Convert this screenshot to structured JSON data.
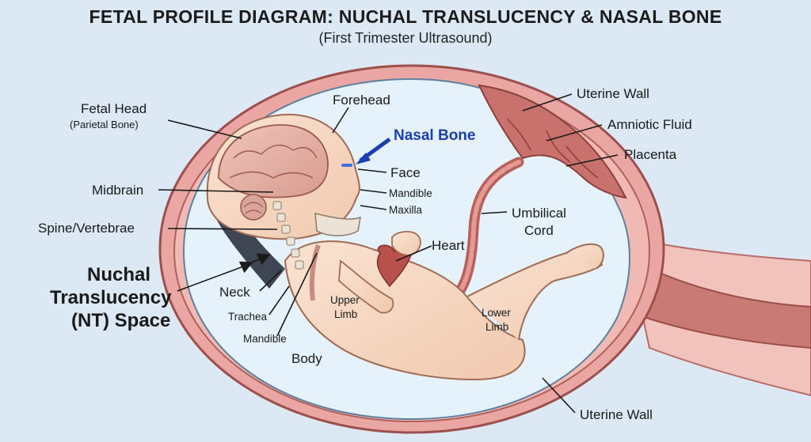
{
  "title": "FETAL PROFILE DIAGRAM: NUCHAL TRANSLUCENCY & NASAL BONE",
  "subtitle": "(First Trimester Ultrasound)",
  "labels": {
    "fetal_head": "Fetal Head",
    "parietal_bone": "(Parietal Bone)",
    "forehead": "Forehead",
    "nasal_bone": "Nasal Bone",
    "face": "Face",
    "mandible_upper": "Mandible",
    "maxilla": "Maxilla",
    "midbrain": "Midbrain",
    "spine": "Spine/Vertebrae",
    "nt_line1": "Nuchal",
    "nt_line2": "Translucency",
    "nt_line3": "(NT) Space",
    "neck": "Neck",
    "trachea": "Trachea",
    "mandible_lower": "Mandible",
    "body": "Body",
    "upper_limb_1": "Upper",
    "upper_limb_2": "Limb",
    "heart": "Heart",
    "lower_limb_1": "Lower",
    "lower_limb_2": "Limb",
    "umbilical_1": "Umbilical",
    "umbilical_2": "Cord",
    "uterine_wall_top": "Uterine Wall",
    "amniotic_fluid": "Amniotic Fluid",
    "placenta": "Placenta",
    "uterine_wall_bottom": "Uterine Wall"
  },
  "colors": {
    "background": "#dce9f4",
    "uterine_wall": "#e9a6a2",
    "uterine_inner": "#d98c88",
    "amniotic": "#e6f2fb",
    "fetal_skin": "#f7d9c4",
    "brain": "#e9b8ae",
    "nt_space": "#3e4553",
    "nasal_arrow": "#1a3fb0",
    "placenta": "#c9716c"
  }
}
